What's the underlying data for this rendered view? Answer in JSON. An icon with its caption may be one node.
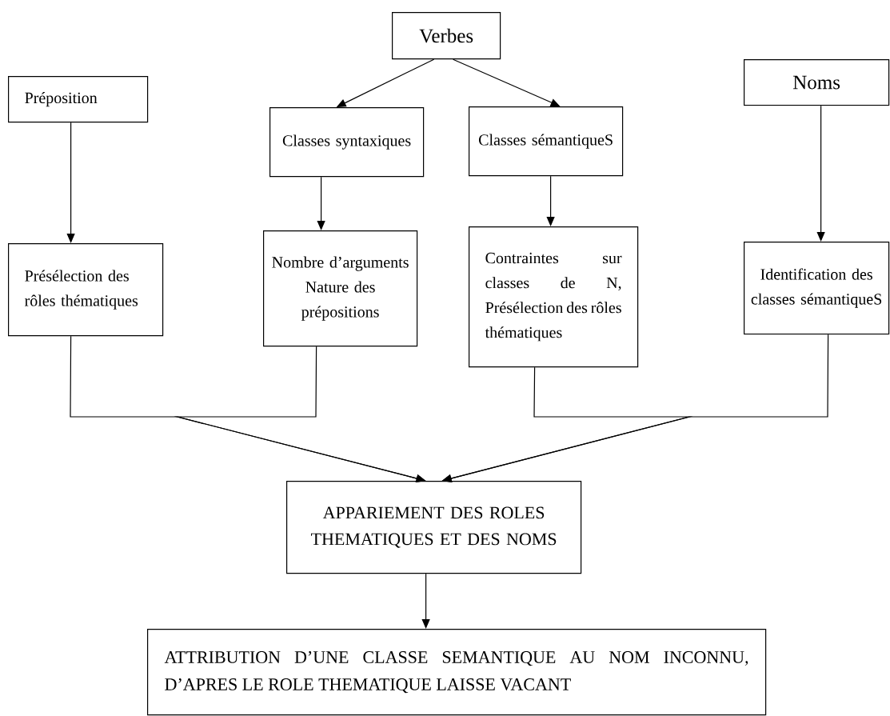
{
  "diagram": {
    "nodes": [
      {
        "text": [
          "Verbes"
        ]
      },
      {
        "text": [
          "Préposition"
        ]
      },
      {
        "text": [
          "Classes syntaxiques"
        ]
      },
      {
        "text": [
          "Classes sémantiqueS"
        ]
      },
      {
        "text": [
          "Noms"
        ]
      },
      {
        "text": [
          "Présélection des rôles thématiques"
        ]
      },
      {
        "text": [
          "Nombre d’arguments Nature des prépositions"
        ]
      },
      {
        "text": [
          "Contraintes sur classes de N, Présélection des rôles thématiques"
        ]
      },
      {
        "text": [
          "Identification des classes sémantiqueS"
        ]
      },
      {
        "text": [
          "APPARIEMENT DES ROLES THEMATIQUES ET DES NOMS"
        ]
      },
      {
        "text": [
          "ATTRIBUTION D’UNE CLASSE SEMANTIQUE AU NOM INCONNU, D’APRES LE ROLE THEMATIQUE LAISSE VACANT"
        ]
      }
    ],
    "edges": [
      {
        "from": 0,
        "to": 2,
        "arrow": "to"
      },
      {
        "from": 0,
        "to": 3,
        "arrow": "to"
      },
      {
        "from": 1,
        "to": 5,
        "arrow": "to"
      },
      {
        "from": 2,
        "to": 6,
        "arrow": "to"
      },
      {
        "from": 3,
        "to": 7,
        "arrow": "to"
      },
      {
        "from": 4,
        "to": 8,
        "arrow": "to"
      },
      {
        "from": 5,
        "to": 9,
        "arrow": "to"
      },
      {
        "from": 6,
        "to": 9,
        "arrow": "to"
      },
      {
        "from": 7,
        "to": 9,
        "arrow": "to"
      },
      {
        "from": 8,
        "to": 9,
        "arrow": "to"
      },
      {
        "from": 9,
        "to": 10,
        "arrow": "to"
      }
    ]
  }
}
